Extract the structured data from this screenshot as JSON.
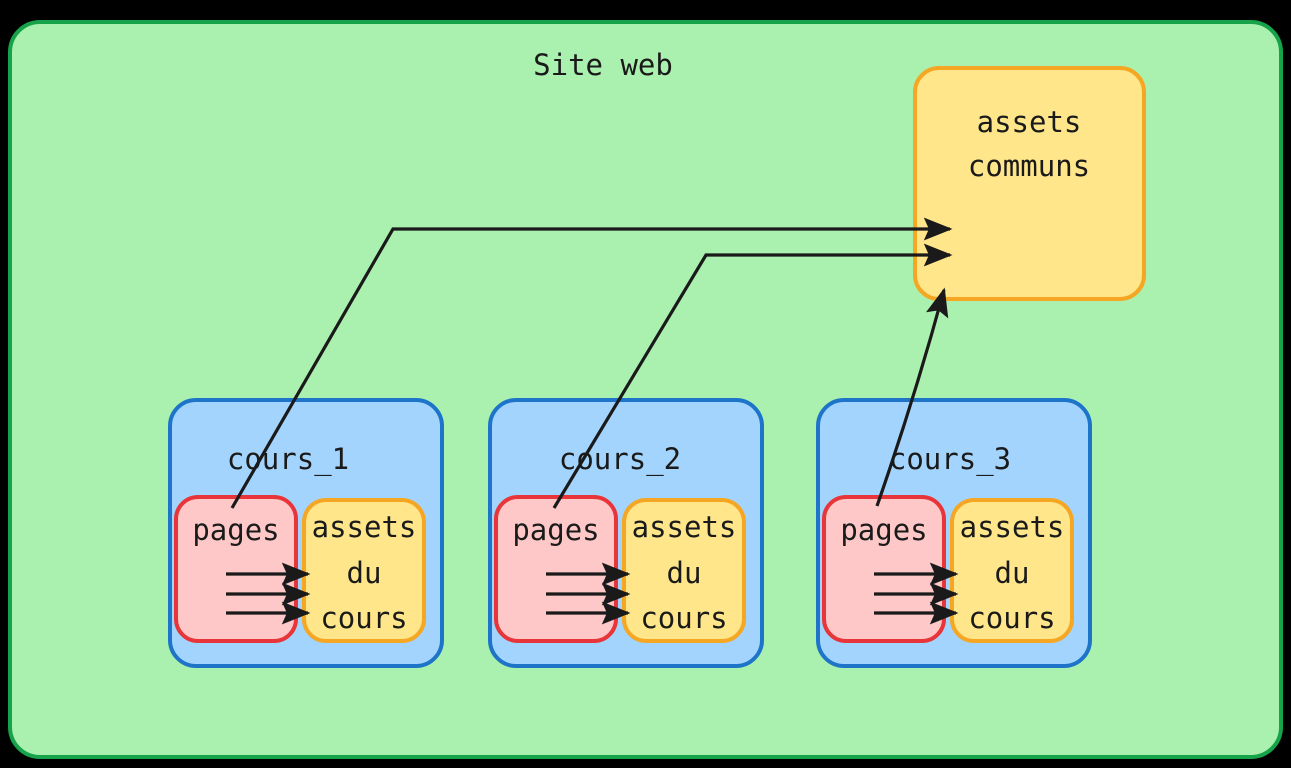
{
  "diagram": {
    "title": "Site web",
    "type": "architecture-block-diagram",
    "colors": {
      "background": "#000000",
      "site_fill": "#AAF0AE",
      "site_stroke": "#16A34A",
      "course_fill": "#A3D4FD",
      "course_stroke": "#1E74C8",
      "pages_fill": "#FFC8C8",
      "pages_stroke": "#E8353A",
      "assets_fill": "#FFE68A",
      "assets_stroke": "#F5A623",
      "arrow": "#1a1a1a",
      "text": "#1a1a1a"
    },
    "shared_assets": {
      "label_line1": "assets",
      "label_line2": "communs",
      "label": "assets communs"
    },
    "courses": [
      {
        "title": "cours_1",
        "pages": {
          "label": "pages"
        },
        "assets": {
          "label_line1": "assets",
          "label_line2": "du",
          "label_line3": "cours",
          "label": "assets du cours"
        },
        "internal_arrow_count": 3,
        "links_to_shared_assets": 1
      },
      {
        "title": "cours_2",
        "pages": {
          "label": "pages"
        },
        "assets": {
          "label_line1": "assets",
          "label_line2": "du",
          "label_line3": "cours",
          "label": "assets du cours"
        },
        "internal_arrow_count": 3,
        "links_to_shared_assets": 1
      },
      {
        "title": "cours_3",
        "pages": {
          "label": "pages"
        },
        "assets": {
          "label_line1": "assets",
          "label_line2": "du",
          "label_line3": "cours",
          "label": "assets du cours"
        },
        "internal_arrow_count": 3,
        "links_to_shared_assets": 1
      }
    ]
  }
}
